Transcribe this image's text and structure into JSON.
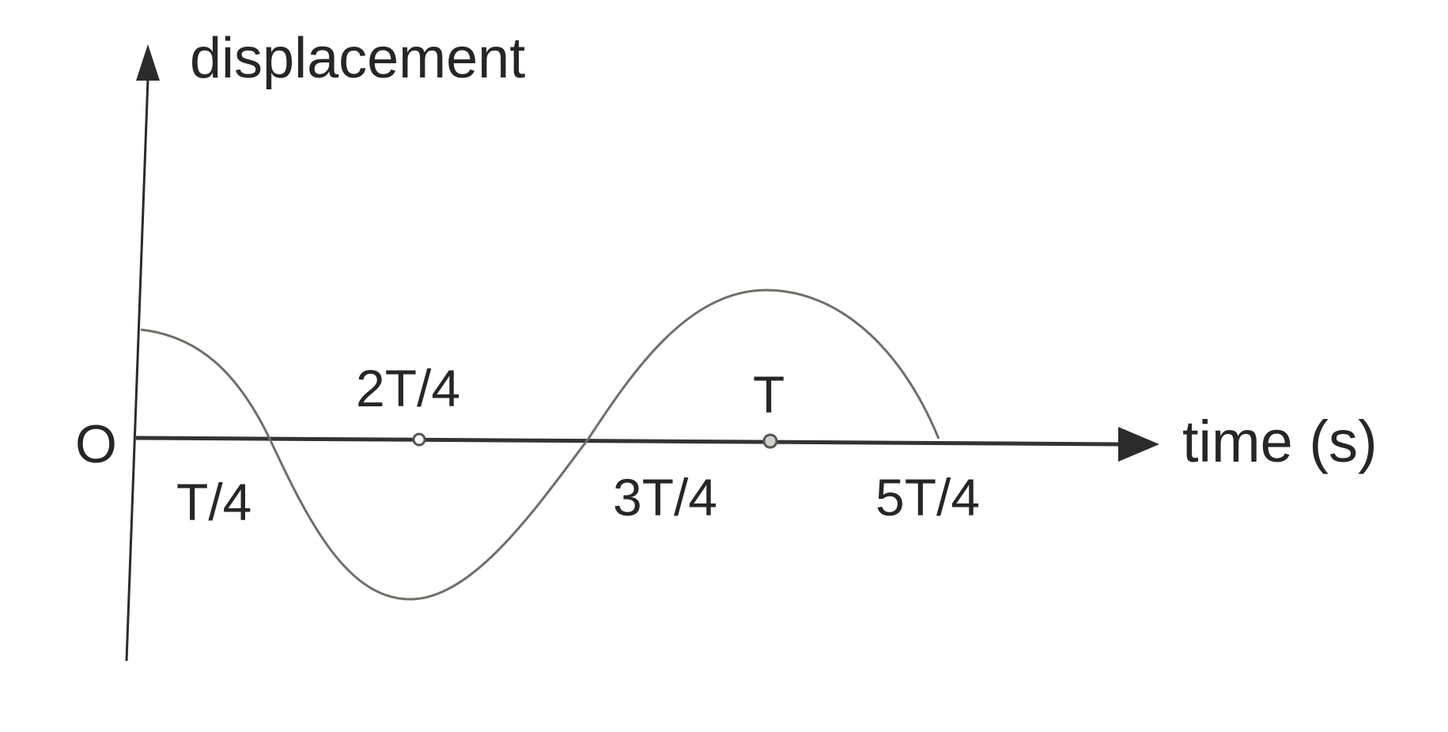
{
  "chart_data": {
    "type": "line",
    "title": "",
    "xlabel": "time (s)",
    "ylabel": "displacement",
    "origin_label": "O",
    "tick_labels": [
      "T/4",
      "2T/4",
      "3T/4",
      "T",
      "5T/4"
    ],
    "x": [
      "0",
      "T/4",
      "2T/4",
      "3T/4",
      "T",
      "5T/4"
    ],
    "series": [
      {
        "name": "displacement",
        "description": "cosine-like oscillation starting at positive value, crossing zero at T/4, minimum near 2T/4, zero at 3T/4, maximum near T, back to zero at 5T/4",
        "values": [
          0.6,
          0,
          -1,
          0,
          1,
          0
        ]
      }
    ],
    "markers": [
      "2T/4",
      "T"
    ],
    "grid": false,
    "legend": "none"
  },
  "labels": {
    "ylabel": "displacement",
    "xlabel": "time (s)",
    "origin": "O",
    "t1": "T/4",
    "t2": "2T/4",
    "t3": "3T/4",
    "t4": "T",
    "t5": "5T/4"
  },
  "colors": {
    "axis": "#2b2b2b",
    "curve": "#6e7068",
    "text": "#262626"
  }
}
